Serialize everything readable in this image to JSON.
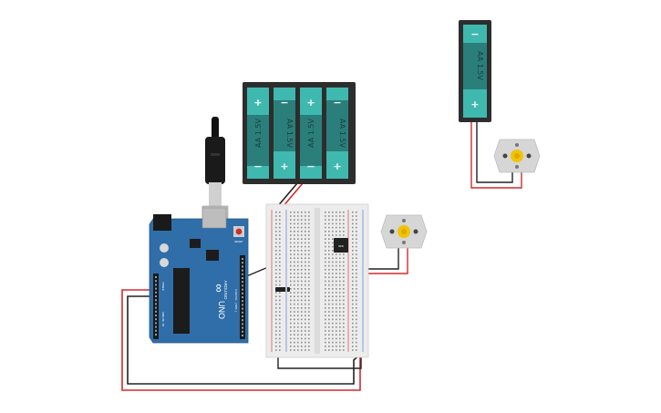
{
  "battery_pack_4aa": {
    "cells": [
      {
        "label": "AA 1.5V",
        "plus": "+",
        "minus": "−"
      },
      {
        "label": "AA 1.5V",
        "plus": "+",
        "minus": "−"
      },
      {
        "label": "AA 1.5V",
        "plus": "+",
        "minus": "−"
      },
      {
        "label": "AA 1.5V",
        "plus": "+",
        "minus": "−"
      }
    ]
  },
  "battery_single_aa": {
    "label": "AA 1.5V",
    "plus": "+",
    "minus": "−"
  },
  "arduino": {
    "brand": "ARDUINO",
    "model": "UNO",
    "logo_glyph": "∞",
    "reset_label": "RESET",
    "analog_label": "ANALOG IN",
    "power_label": "POWER",
    "digital_label": "DIGITAL (PWM~)"
  },
  "transistor": {
    "label": "NPN"
  },
  "colors": {
    "battery_cell": "#3fb8b0",
    "battery_cell_dark": "#2a7f7b",
    "battery_case": "#2d2d2d",
    "arduino_board": "#2f6ea8",
    "wire_red": "#d42a2a",
    "wire_black": "#222222",
    "motor_body": "#d6d6d6",
    "motor_hub": "#f0c400",
    "breadboard": "#ececec"
  }
}
